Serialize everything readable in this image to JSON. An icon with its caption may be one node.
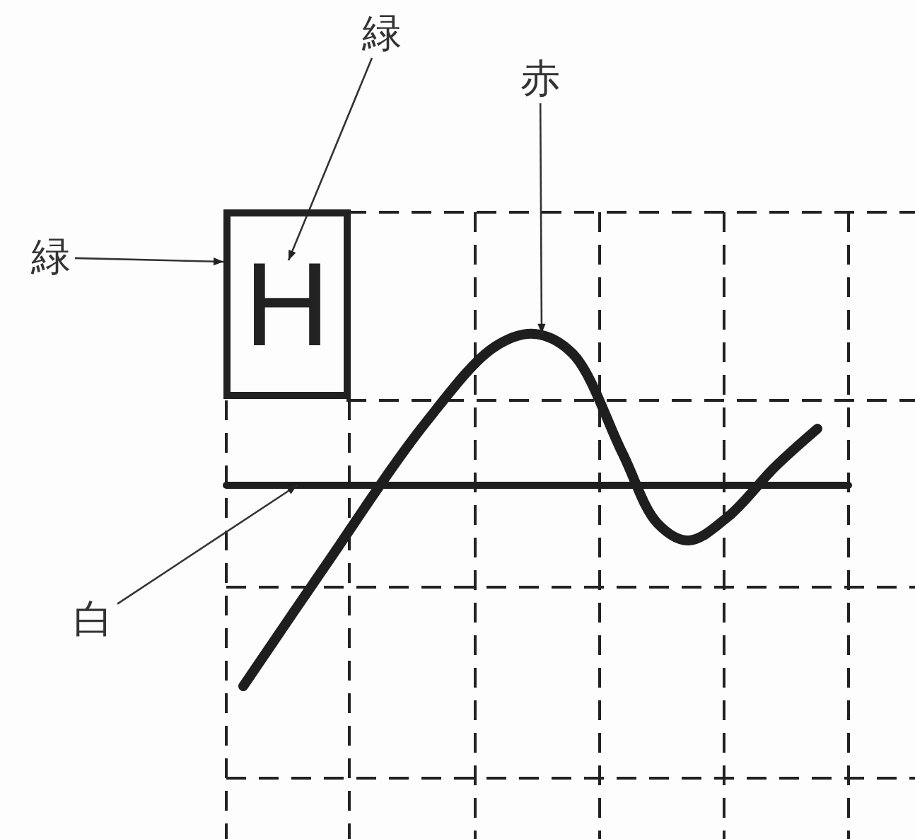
{
  "diagram": {
    "nodes": [
      {
        "text": [
          "緑"
        ]
      },
      {
        "text": [
          "緑"
        ]
      },
      {
        "text": [
          "赤"
        ]
      },
      {
        "text": [
          "白"
        ]
      },
      {
        "text": [
          "H"
        ]
      },
      {
        "text": [],
        "shape": "curve"
      },
      {
        "text": [],
        "shape": "line"
      }
    ],
    "edges": [
      {
        "from": 0,
        "to": 4,
        "arrow": "to"
      },
      {
        "from": 1,
        "to": 4,
        "arrow": "to"
      },
      {
        "from": 2,
        "to": 5,
        "arrow": "to"
      },
      {
        "from": 3,
        "to": 6,
        "arrow": "to"
      }
    ]
  }
}
